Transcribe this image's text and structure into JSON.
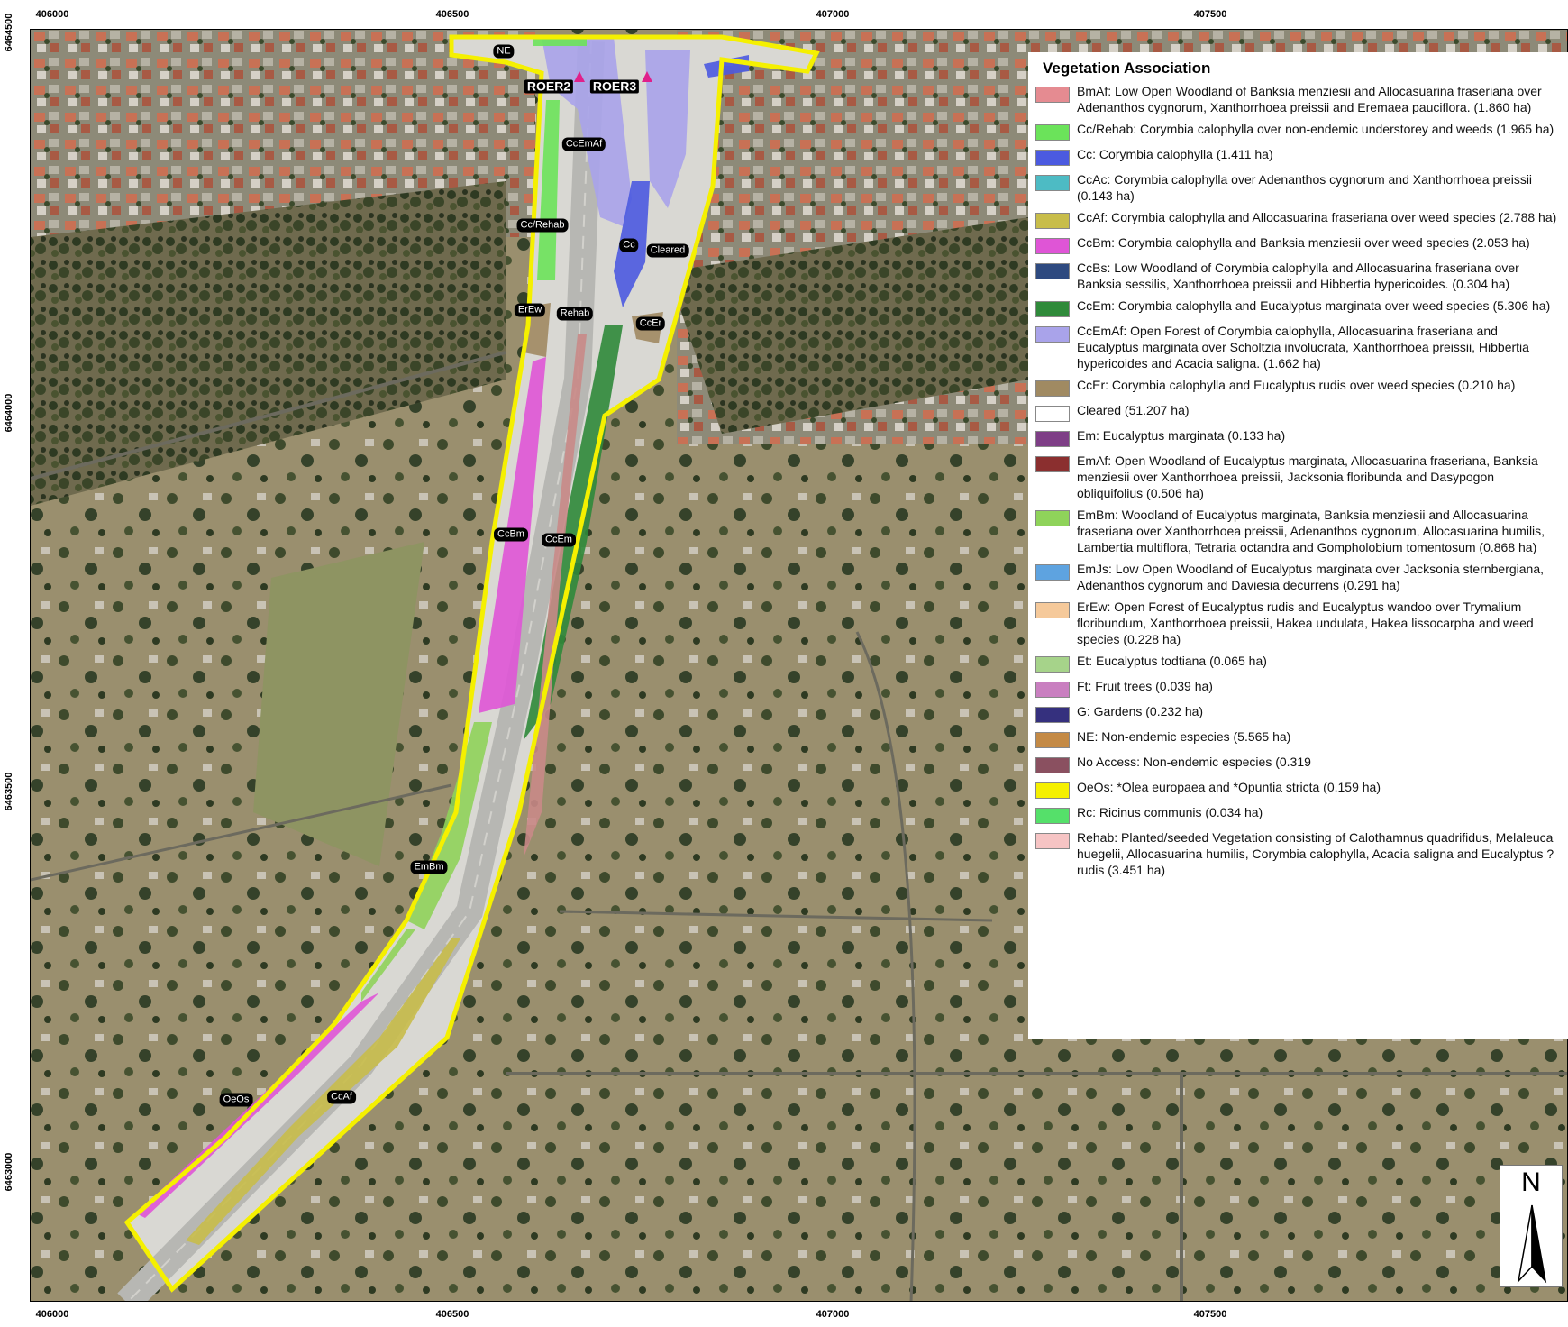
{
  "axes": {
    "x_ticks": [
      "406000",
      "406500",
      "407000",
      "407500"
    ],
    "y_ticks": [
      "6464500",
      "6464000",
      "6463500",
      "6463000"
    ]
  },
  "map_labels": {
    "ne": "NE",
    "roer2": "ROER2",
    "roer3": "ROER3",
    "ccemaf": "CcEmAf",
    "cc_rehab": "Cc/Rehab",
    "cc": "Cc",
    "cleared": "Cleared",
    "erew": "ErEw",
    "rehab": "Rehab",
    "ccer": "CcEr",
    "ccbm": "CcBm",
    "ccem": "CcEm",
    "embm": "EmBm",
    "oeos": "OeOs",
    "ccaf": "CcAf"
  },
  "legend": {
    "title": "Vegetation Association",
    "items": [
      {
        "color": "#e58b91",
        "text": "BmAf: Low Open Woodland of Banksia menziesii and Allocasuarina fraseriana over Adenanthos cygnorum, Xanthorrhoea preissii and Eremaea pauciflora. (1.860 ha)"
      },
      {
        "color": "#6be35a",
        "text": "Cc/Rehab: Corymbia calophylla over non-endemic understorey and weeds (1.965 ha)"
      },
      {
        "color": "#4b5ae0",
        "text": "Cc: Corymbia calophylla (1.411 ha)"
      },
      {
        "color": "#4dbbc4",
        "text": "CcAc: Corymbia calophylla over Adenanthos cygnorum and Xanthorrhoea preissii (0.143 ha)"
      },
      {
        "color": "#c8bd4a",
        "text": "CcAf: Corymbia calophylla and Allocasuarina fraseriana over weed species (2.788 ha)"
      },
      {
        "color": "#df55d6",
        "text": "CcBm: Corymbia calophylla and Banksia menziesii over weed species (2.053 ha)"
      },
      {
        "color": "#2e4a80",
        "text": "CcBs: Low Woodland of Corymbia calophylla and Allocasuarina fraseriana over Banksia sessilis, Xanthorrhoea preissii and Hibbertia hypericoides. (0.304 ha)"
      },
      {
        "color": "#2f8a3a",
        "text": "CcEm: Corymbia calophylla and Eucalyptus marginata over weed species (5.306 ha)"
      },
      {
        "color": "#a9a3ea",
        "text": "CcEmAf: Open Forest of Corymbia calophylla, Allocasuarina fraseriana and Eucalyptus marginata over Scholtzia involucrata, Xanthorrhoea preissii, Hibbertia hypericoides and Acacia saligna. (1.662 ha)"
      },
      {
        "color": "#a08a62",
        "text": "CcEr: Corymbia calophylla and Eucalyptus rudis over weed species (0.210 ha)"
      },
      {
        "color": "#ffffff",
        "text": "Cleared (51.207 ha)"
      },
      {
        "color": "#7e3e86",
        "text": "Em: Eucalyptus marginata (0.133 ha)"
      },
      {
        "color": "#8b2f2f",
        "text": "EmAf: Open Woodland of Eucalyptus marginata, Allocasuarina fraseriana, Banksia menziesii over Xanthorrhoea preissii, Jacksonia floribunda and Dasypogon obliquifolius (0.506 ha)"
      },
      {
        "color": "#8fd35a",
        "text": "EmBm: Woodland of Eucalyptus marginata, Banksia menziesii and Allocasuarina fraseriana over Xanthorrhoea preissii, Adenanthos cygnorum, Allocasuarina humilis, Lambertia multiflora, Tetraria octandra and Gompholobium tomentosum (0.868 ha)"
      },
      {
        "color": "#5ea3e0",
        "text": "EmJs: Low Open Woodland of Eucalyptus marginata over Jacksonia sternbergiana, Adenanthos cygnorum and Daviesia decurrens (0.291 ha)"
      },
      {
        "color": "#f5c99a",
        "text": "ErEw: Open Forest of Eucalyptus rudis and Eucalyptus wandoo over Trymalium floribundum, Xanthorrhoea preissii, Hakea undulata, Hakea lissocarpha and weed species (0.228 ha)"
      },
      {
        "color": "#a6d38a",
        "text": "Et: Eucalyptus todtiana (0.065 ha)"
      },
      {
        "color": "#c97fc0",
        "text": "Ft: Fruit trees (0.039 ha)"
      },
      {
        "color": "#35307e",
        "text": "G: Gardens (0.232 ha)"
      },
      {
        "color": "#c48a45",
        "text": "NE: Non-endemic especies (5.565 ha)"
      },
      {
        "color": "#8a5060",
        "text": "No Access: Non-endemic especies (0.319"
      },
      {
        "color": "#f5f000",
        "text": "OeOs: *Olea europaea and *Opuntia stricta (0.159 ha)"
      },
      {
        "color": "#55e06a",
        "text": "Rc: Ricinus communis (0.034 ha)"
      },
      {
        "color": "#f6c4c4",
        "text": "Rehab: Planted/seeded Vegetation consisting of Calothamnus quadrifidus, Melaleuca huegelii, Allocasuarina humilis, Corymbia calophylla, Acacia saligna and Eucalyptus ? rudis (3.451 ha)"
      }
    ]
  },
  "north_arrow": "N"
}
